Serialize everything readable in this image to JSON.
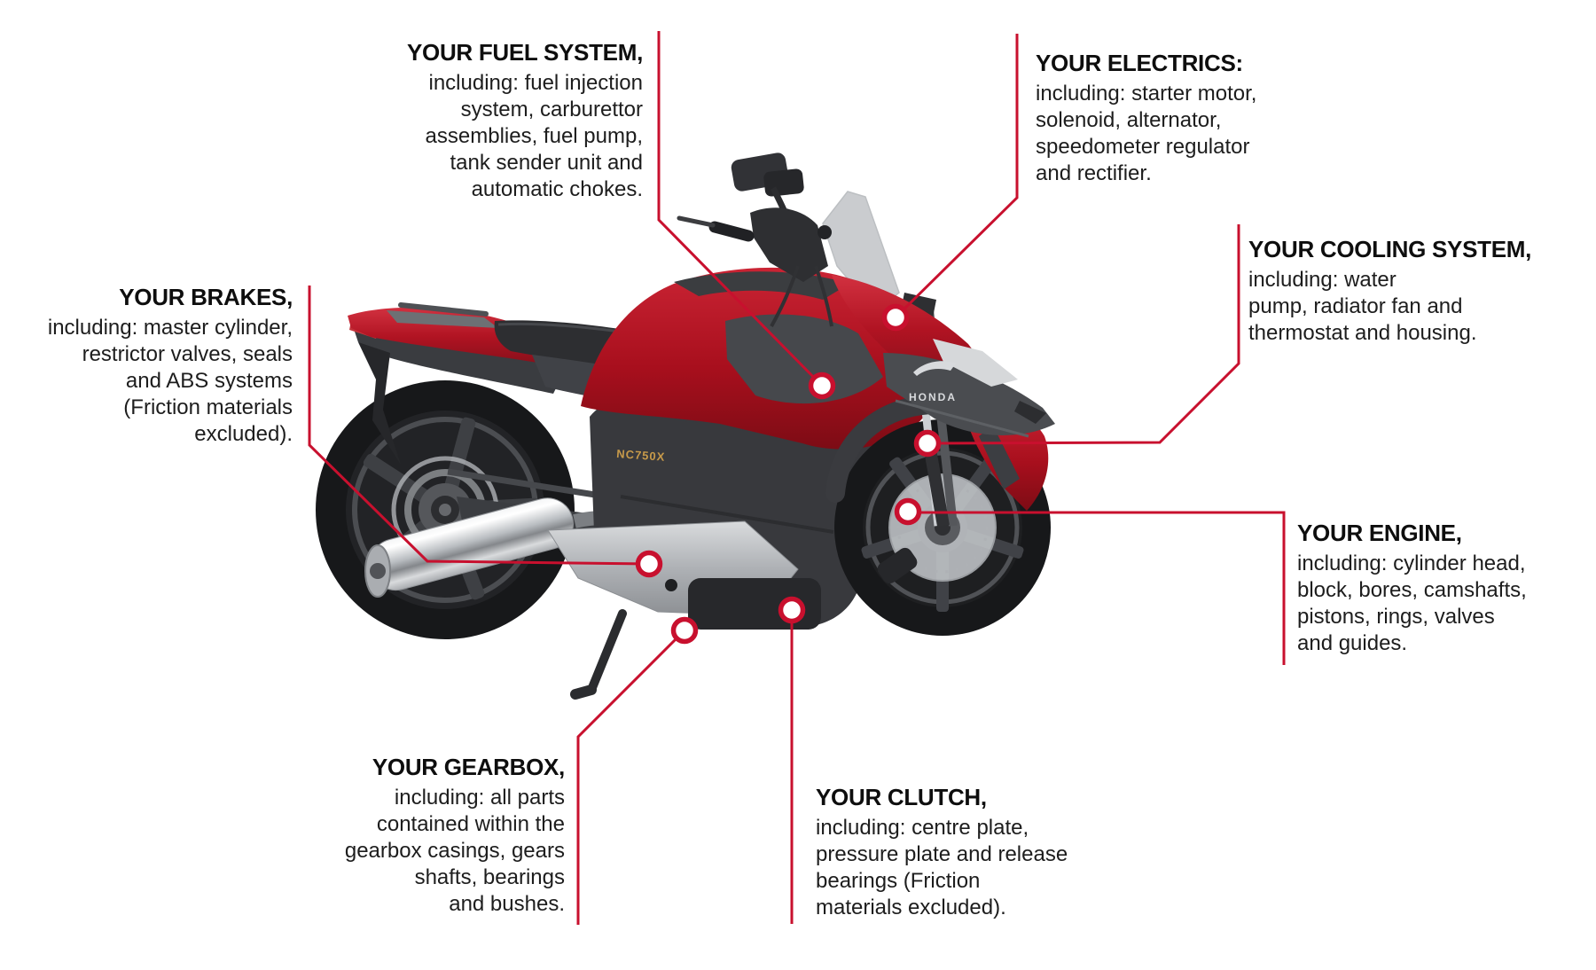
{
  "colors": {
    "accent": "#c8102e",
    "title_text": "#0e0e0e",
    "body_text": "#1d1d1d",
    "page_bg": "#ffffff"
  },
  "bike": {
    "brand": "HONDA",
    "model": "NC750X"
  },
  "labels": {
    "fuel": {
      "title": "YOUR FUEL SYSTEM,",
      "lines": [
        "including: fuel injection",
        "system, carburettor",
        "assemblies, fuel pump,",
        "tank sender unit and",
        "automatic chokes."
      ]
    },
    "electrics": {
      "title": "YOUR ELECTRICS:",
      "lines": [
        "including: starter motor,",
        "solenoid, alternator,",
        "speedometer regulator",
        "and rectifier."
      ]
    },
    "cooling": {
      "title": "YOUR COOLING SYSTEM,",
      "lines": [
        "including: water",
        "pump, radiator fan and",
        "thermostat and housing."
      ]
    },
    "brakes": {
      "title": "YOUR BRAKES,",
      "lines": [
        "including: master cylinder,",
        "restrictor valves, seals",
        "and ABS systems",
        "(Friction materials",
        "excluded)."
      ]
    },
    "engine": {
      "title": "YOUR ENGINE,",
      "lines": [
        "including: cylinder head,",
        "block, bores, camshafts,",
        "pistons, rings, valves",
        "and guides."
      ]
    },
    "gearbox": {
      "title": "YOUR GEARBOX,",
      "lines": [
        "including: all parts",
        "contained within the",
        "gearbox casings, gears",
        "shafts, bearings",
        "and bushes."
      ]
    },
    "clutch": {
      "title": "YOUR CLUTCH,",
      "lines": [
        "including: centre plate,",
        "pressure plate and release",
        "bearings (Friction",
        "materials excluded)."
      ]
    }
  }
}
